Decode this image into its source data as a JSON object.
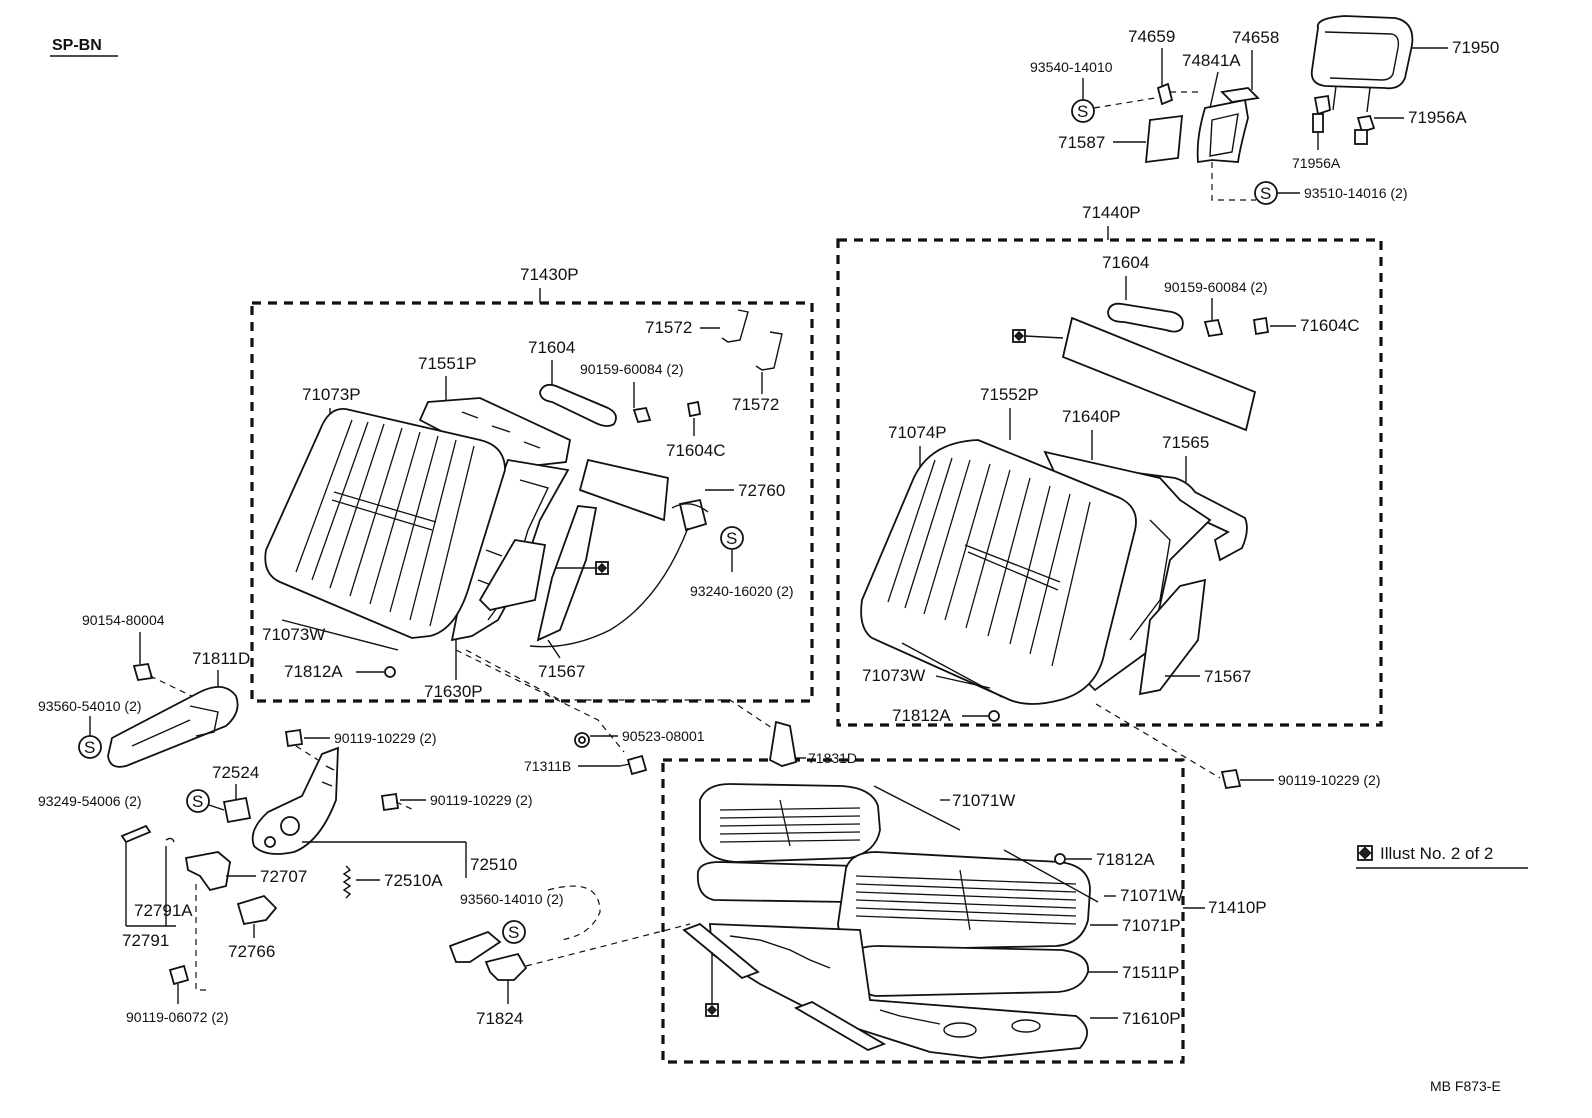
{
  "header": {
    "code": "SP-BN",
    "figure_code": "MB  F873-E"
  },
  "legend": {
    "text": "Illust No. 2 of 2",
    "icon": "diamond-square-icon"
  },
  "symbols": {
    "s_mark": "S"
  },
  "labels": {
    "p74659": "74659",
    "p74658": "74658",
    "p93540": "93540-14010",
    "p74841A": "74841A",
    "p71587": "71587",
    "p93510": "93510-14016 (2)",
    "p71950": "71950",
    "p71956A_r": "71956A",
    "p71956A_b": "71956A",
    "p71440P": "71440P",
    "p71604_r": "71604",
    "p90159_r": "90159-60084 (2)",
    "p71604C_r": "71604C",
    "p71552P": "71552P",
    "p71640P": "71640P",
    "p71074P": "71074P",
    "p71565": "71565",
    "p71073W_r": "71073W",
    "p71567_r": "71567",
    "p71812A_r": "71812A",
    "p71430P": "71430P",
    "p71572_t": "71572",
    "p71572_b": "71572",
    "p71551P": "71551P",
    "p71604_l": "71604",
    "p90159_l": "90159-60084 (2)",
    "p71073P": "71073P",
    "p71604C_l": "71604C",
    "p72760": "72760",
    "p93240": "93240-16020 (2)",
    "p71073W_l": "71073W",
    "p71812A_l": "71812A",
    "p71567_l": "71567",
    "p71630P": "71630P",
    "p90154": "90154-80004",
    "p71811D": "71811D",
    "p93560_54": "93560-54010 (2)",
    "p90119_10229_a": "90119-10229 (2)",
    "p90523": "90523-08001",
    "p71311B": "71311B",
    "p71831D": "71831D",
    "p90119_10229_r": "90119-10229 (2)",
    "p72524": "72524",
    "p93249": "93249-54006 (2)",
    "p90119_10229_b": "90119-10229 (2)",
    "p72510": "72510",
    "p72707": "72707",
    "p72510A": "72510A",
    "p72791A": "72791A",
    "p72791": "72791",
    "p72766": "72766",
    "p93560_14": "93560-14010 (2)",
    "p71824": "71824",
    "p90119_06072": "90119-06072 (2)",
    "p71071W_a": "71071W",
    "p71812A_b": "71812A",
    "p71071W_b": "71071W",
    "p71071P": "71071P",
    "p71410P": "71410P",
    "p71511P": "71511P",
    "p71610P": "71610P"
  }
}
